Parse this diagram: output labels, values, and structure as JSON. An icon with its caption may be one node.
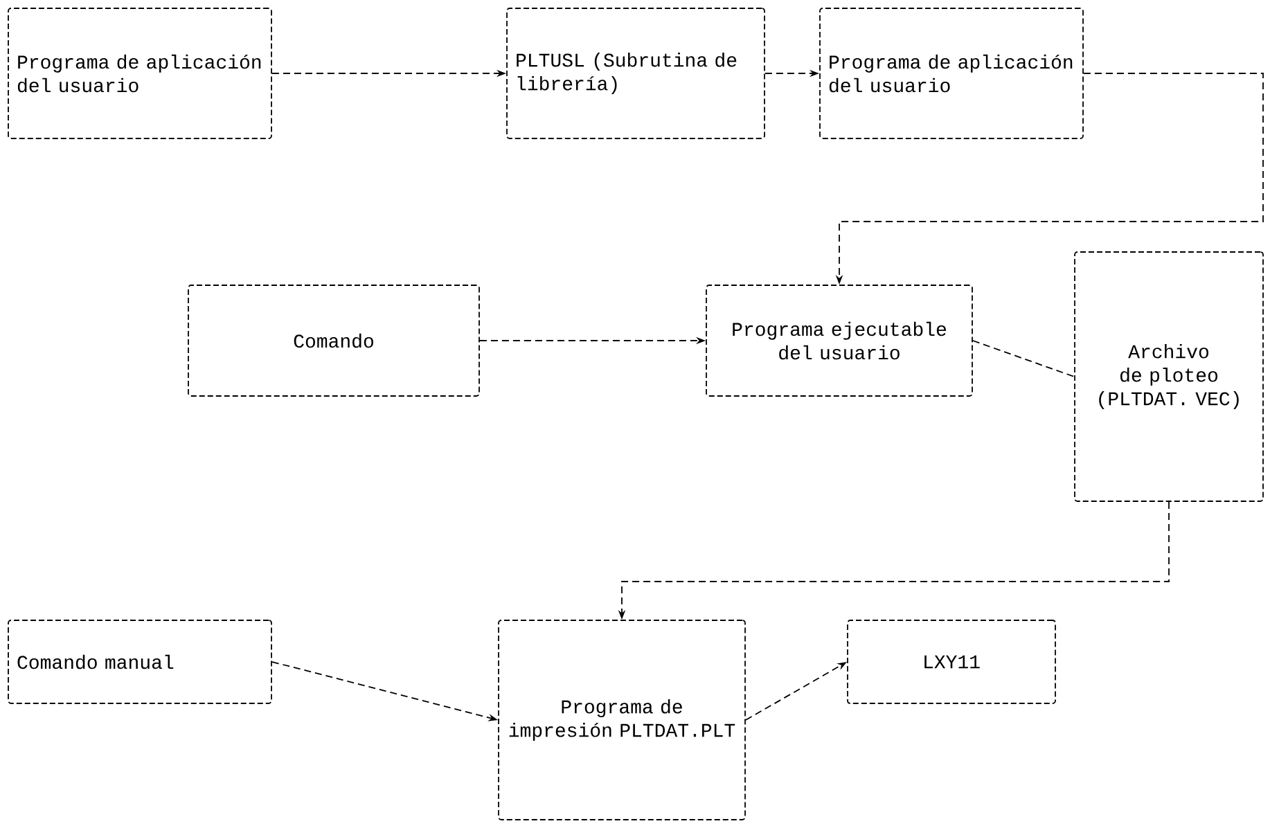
{
  "diagram": {
    "nodes": [
      {
        "text": [
          "Programa de aplicación del usuario"
        ]
      },
      {
        "text": [
          "PLTUSL (Subrutina de librería)"
        ]
      },
      {
        "text": [
          "Programa de aplicación del usuario"
        ]
      },
      {
        "text": [
          "Comando"
        ]
      },
      {
        "text": [
          "Programa ejecutable del usuario"
        ]
      },
      {
        "text": [
          "Archivo de ploteo (PLTDAT. VEC)"
        ]
      },
      {
        "text": [
          "Comando manual"
        ]
      },
      {
        "text": [
          "Programa de impresión PLTDAT.PLT"
        ]
      },
      {
        "text": [
          "LXY11"
        ]
      }
    ],
    "edges": [
      {
        "from": 0,
        "to": 1,
        "arrow": "to"
      },
      {
        "from": 1,
        "to": 2,
        "arrow": "to"
      },
      {
        "from": 2,
        "to": 4,
        "arrow": "to"
      },
      {
        "from": 3,
        "to": 4,
        "arrow": "to"
      },
      {
        "from": 4,
        "to": 5,
        "arrow": "none"
      },
      {
        "from": 5,
        "to": 7,
        "arrow": "to"
      },
      {
        "from": 6,
        "to": 7,
        "arrow": "to"
      },
      {
        "from": 7,
        "to": 8,
        "arrow": "to"
      }
    ]
  }
}
